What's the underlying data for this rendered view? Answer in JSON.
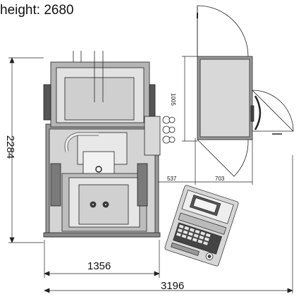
{
  "labels": {
    "height_note": "height: 2680",
    "dim_total_depth": "2284",
    "dim_machine_width": "1356",
    "dim_total_width": "3196",
    "dim_side_gap": "537",
    "dim_cabinet_depth": "703",
    "dim_cabinet_width": "1005"
  },
  "colors": {
    "line": "#222222",
    "mid_gray": "#8a8a8a",
    "light_gray": "#d0d0d0",
    "dark_gray": "#5a5a5a",
    "panel_gray": "#c8c8c8"
  }
}
